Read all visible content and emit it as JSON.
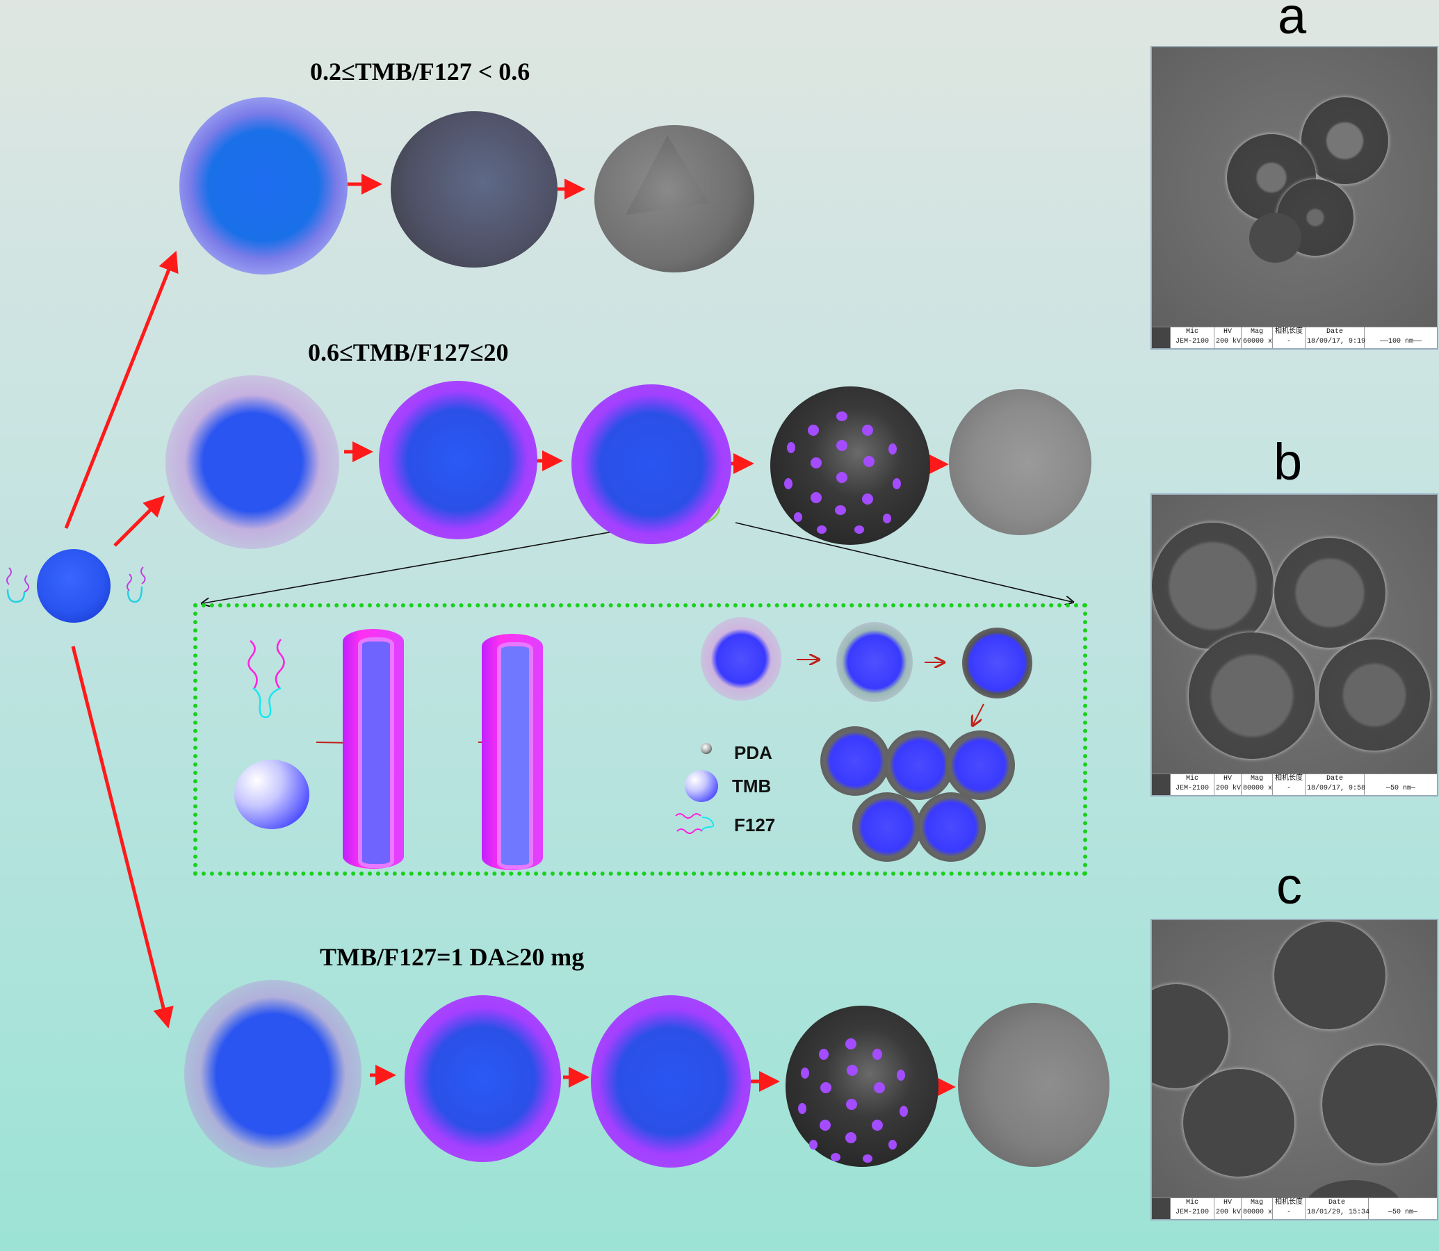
{
  "conditions": {
    "top": "0.2≤TMB/F127 < 0.6",
    "middle": "0.6≤TMB/F127≤20",
    "bottom": "TMB/F127=1   DA≥20 mg"
  },
  "panels": [
    {
      "letter": "a",
      "mic": "Mic",
      "mic_val": "JEM-2100",
      "hv": "HV",
      "hv_val": "200 kV",
      "mag": "Mag",
      "mag_val": "60000 x",
      "cam": "相机长度",
      "cam_val": "-",
      "date": "Date",
      "date_val": "18/09/17, 9:19",
      "scale": "——100 nm——"
    },
    {
      "letter": "b",
      "mic": "Mic",
      "mic_val": "JEM-2100",
      "hv": "HV",
      "hv_val": "200 kV",
      "mag": "Mag",
      "mag_val": "80000 x",
      "cam": "相机长度",
      "cam_val": "-",
      "date": "Date",
      "date_val": "18/09/17, 9:58",
      "scale": "—50 nm—"
    },
    {
      "letter": "c",
      "mic": "Mic",
      "mic_val": "JEM-2100",
      "hv": "HV",
      "hv_val": "200 kV",
      "mag": "Mag",
      "mag_val": "80000 x",
      "cam": "相机长度",
      "cam_val": "-",
      "date": "Date",
      "date_val": "18/01/29, 15:34",
      "scale": "—50 nm—"
    }
  ],
  "legend": {
    "pda": "PDA",
    "tmb": "TMB",
    "f127": "F127"
  },
  "colors": {
    "arrow": "#ff1a1a",
    "inset_border": "#18d11a",
    "core_blue": "#2a55f0",
    "micelle_purple": "#b040ff",
    "pda_black": "#222222",
    "shell_gray": "#808080",
    "highlight_ring": "#8fd14f"
  }
}
